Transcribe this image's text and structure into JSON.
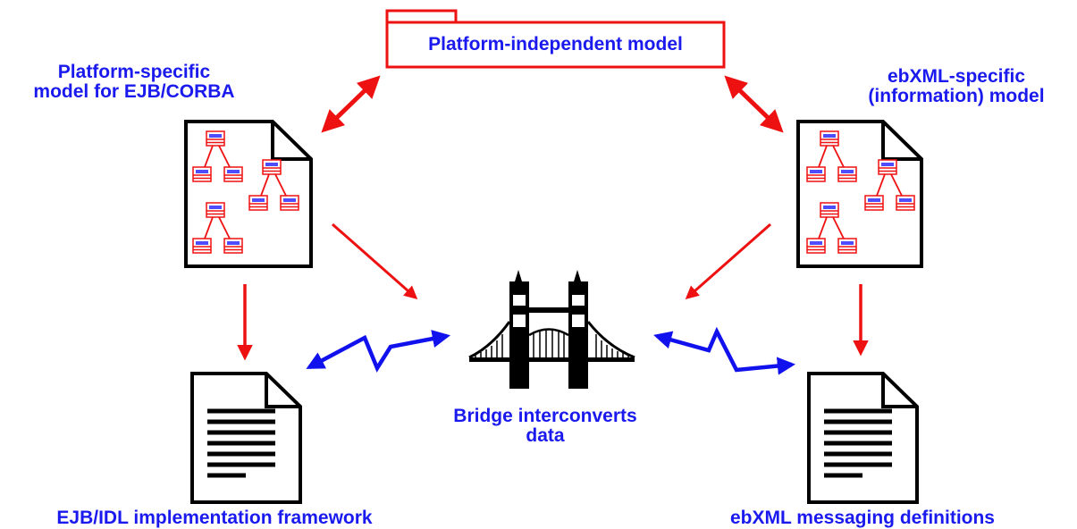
{
  "diagram": {
    "pim_label": "Platform-independent model",
    "psm_ejb_label": [
      "Platform-specific",
      "model for EJB/CORBA"
    ],
    "ebxml_model_label": [
      "ebXML-specific",
      "(information) model"
    ],
    "bridge_label": [
      "Bridge interconverts",
      "data"
    ],
    "ejb_framework_label": "EJB/IDL implementation framework",
    "ebxml_messaging_label": "ebXML messaging definitions",
    "colors": {
      "text": "#1a1aee",
      "model_arrows": "#ee1111",
      "data_flow_arrows": "#1111ee",
      "outline": "#000000"
    },
    "icons": [
      "uml-model-document-icon",
      "text-document-icon",
      "tower-bridge-icon"
    ]
  }
}
